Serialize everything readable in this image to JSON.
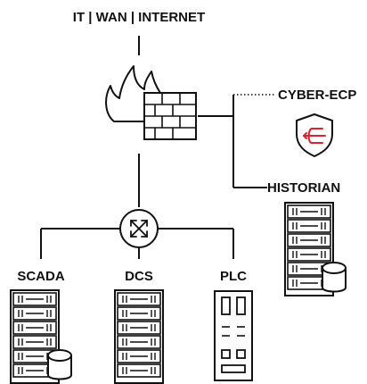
{
  "labels": {
    "top": "IT | WAN | INTERNET",
    "cyber_ecp": "CYBER-ECP",
    "historian": "HISTORIAN",
    "scada": "SCADA",
    "dcs": "DCS",
    "plc": "PLC"
  },
  "icons": {
    "firewall": "firewall-icon",
    "switch": "network-switch-icon",
    "shield": "shield-trident-icon",
    "server": "server-rack-icon",
    "database": "database-icon",
    "plc": "plc-controller-icon"
  },
  "colors": {
    "line": "#111111",
    "accent": "#e0202a"
  }
}
